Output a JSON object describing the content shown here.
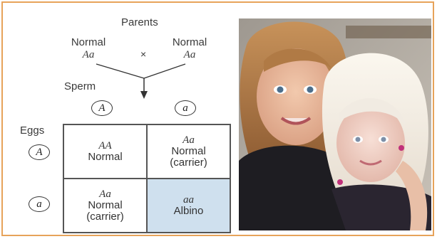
{
  "parents_heading": "Parents",
  "parent_left": {
    "phenotype": "Normal",
    "genotype": "Aa"
  },
  "cross_symbol": "×",
  "parent_right": {
    "phenotype": "Normal",
    "genotype": "Aa"
  },
  "sperm_label": "Sperm",
  "sperm_alleles": [
    "A",
    "a"
  ],
  "eggs_label": "Eggs",
  "egg_alleles": [
    "A",
    "a"
  ],
  "punnett": [
    [
      {
        "genotype": "AA",
        "line1": "Normal",
        "line2": ""
      },
      {
        "genotype": "Aa",
        "line1": "Normal",
        "line2": "(carrier)"
      }
    ],
    [
      {
        "genotype": "Aa",
        "line1": "Normal",
        "line2": "(carrier)"
      },
      {
        "genotype": "aa",
        "line1": "Albino",
        "line2": ""
      }
    ]
  ],
  "colors": {
    "frame_border": "#e7a35a",
    "albino_cell_fill": "#cfe0ee"
  }
}
